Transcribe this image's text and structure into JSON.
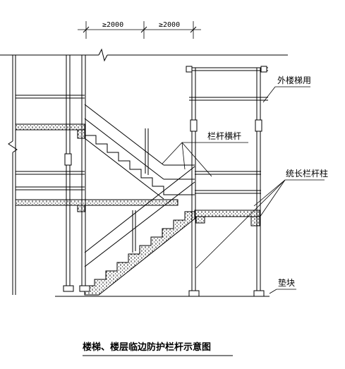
{
  "dimensions": [
    "≥2000",
    "≥2000"
  ],
  "labels": {
    "outer_stair": "外楼梯用",
    "rail_horizontal": "栏杆横杆",
    "full_length_post": "统长栏杆柱",
    "pad_block": "垫块"
  },
  "caption": "楼梯、楼层临边防护栏杆示意图"
}
